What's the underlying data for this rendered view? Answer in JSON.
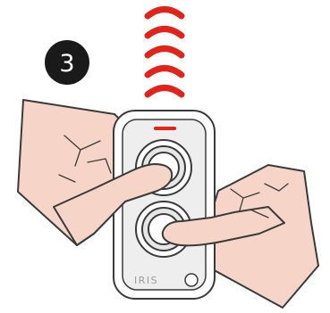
{
  "step": {
    "number": "3"
  },
  "remote": {
    "brand": "IRIS",
    "indicator_color": "#e2231a",
    "body_color": "#eeeeee",
    "outline_color": "#3a3a3a"
  },
  "signal": {
    "wave_count": 5,
    "color": "#e2231a"
  },
  "hands": {
    "skin_color": "#f6d5c8",
    "outline_color": "#3a3a3a"
  },
  "badge": {
    "color": "#1a1a1a"
  }
}
